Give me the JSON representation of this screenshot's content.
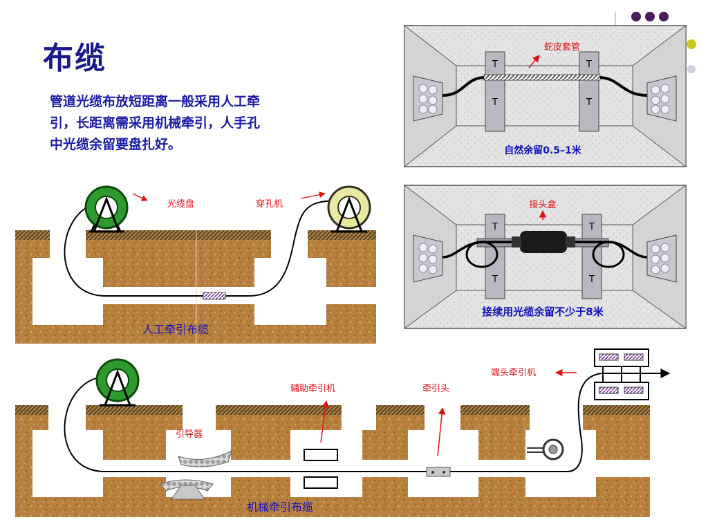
{
  "title": "布缆",
  "description_lines": [
    "管道光缆布放短距离一般采用人工牵",
    "引，长距离需采用机械牵引，人手孔",
    "中光缆余留要盘扎好。"
  ],
  "manhole_top": {
    "label_pipe": "蛇皮套管",
    "caption": "自然余留0.5–1米",
    "bracket_letters": [
      "T",
      "T",
      "T",
      "T"
    ]
  },
  "manhole_mid": {
    "label_box": "接头盒",
    "caption": "接续用光缆余留不少于8米"
  },
  "manual_diagram": {
    "label_reel": "光缆盘",
    "label_machine": "穿孔机",
    "caption": "人工牵引布缆"
  },
  "mechanical_diagram": {
    "label_end_puller": "端头牵引机",
    "label_aux_puller": "辅助牵引机",
    "label_pull_head": "牵引头",
    "label_guide": "引导器",
    "caption": "机械牵引布缆"
  },
  "colors": {
    "title": "#1a1a8c",
    "text": "#1a1aa8",
    "label_red": "#e01010",
    "caption_blue": "#1010c0",
    "reel_green": "#2e9a2e",
    "reel_yellow": "#e8e8a0",
    "soil": "#b8803e",
    "dots": [
      "#4a1a5c",
      "#7aa8a8",
      "#c8c81a",
      "#d0d0e0"
    ]
  },
  "icons": [
    "cable-reel-icon",
    "puller-icon",
    "splice-box-icon",
    "duct-bundle-icon"
  ]
}
